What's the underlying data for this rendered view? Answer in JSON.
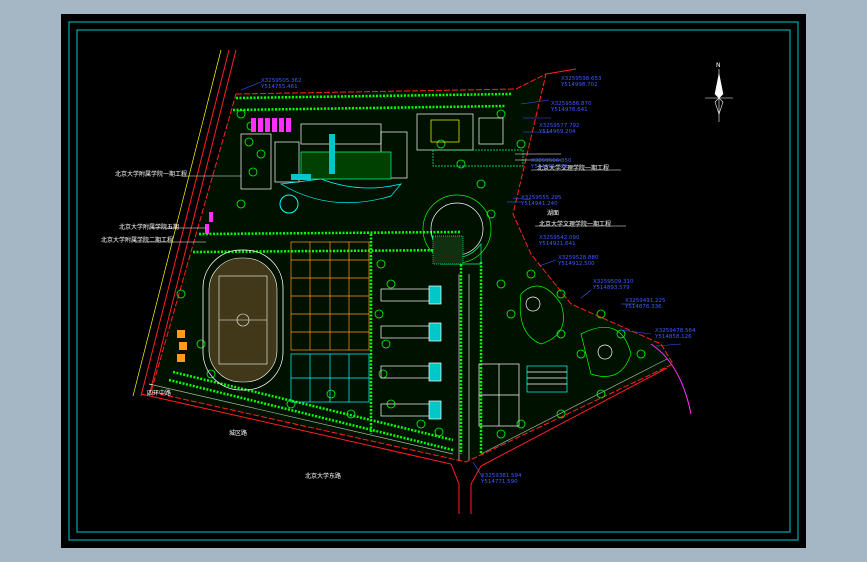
{
  "colors": {
    "frame": "#00c8c8",
    "boundary": "#ff2020",
    "greenery": "#00ff00",
    "building": "#ffffff",
    "court": "#ff9a20",
    "accent": "#ff30ff",
    "coord_text": "#3a5cff"
  },
  "labels": {
    "north_arrow": "N",
    "left_phase1": "北京大学附属学院一期工程",
    "left_phase_mid": "北京大学附属学院五期",
    "left_phase2": "北京大学附属学院二期工程",
    "right_phase1": "北京大学文理学院一期工程",
    "right_phase2": "北京大学文理学院一期工程",
    "right_mid": "湖面",
    "bottom_road": "北京大学东路",
    "bottom_left_street": "城区路",
    "left_road": "四环中路"
  },
  "coordinates": [
    "X3259505.362|Y514755.461",
    "X3259598.653|Y514998.702",
    "X3259586.870|Y514978.641",
    "X3259577.792|Y514969.204",
    "X3259566.850|Y514951.720",
    "X3259555.295|Y514941.240",
    "X3259542.090|Y514921.641",
    "X3259528.880|Y514912.500",
    "X3259509.310|Y514893.579",
    "X3259491.225|Y514876.336",
    "X3259478.564|Y514858.126",
    "X3259381.594|Y514771.590"
  ]
}
